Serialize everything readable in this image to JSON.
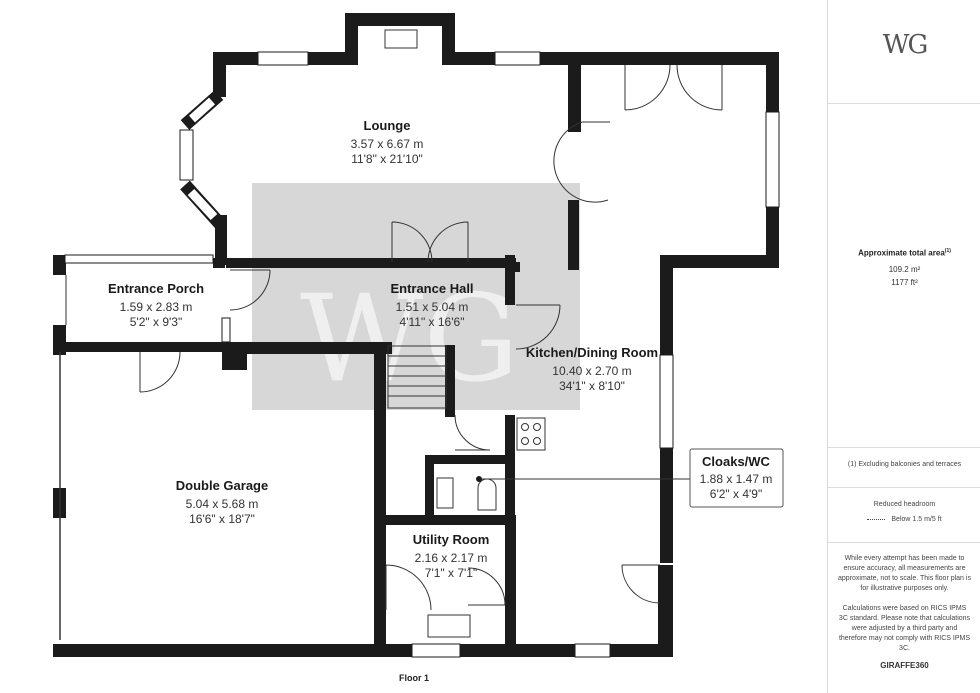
{
  "rooms": {
    "lounge": {
      "name": "Lounge",
      "metric": "3.57 x 6.67 m",
      "imperial": "11'8\" x 21'10\""
    },
    "entrance_porch": {
      "name": "Entrance Porch",
      "metric": "1.59 x 2.83 m",
      "imperial": "5'2\" x 9'3\""
    },
    "entrance_hall": {
      "name": "Entrance Hall",
      "metric": "1.51 x 5.04 m",
      "imperial": "4'11\" x 16'6\""
    },
    "kitchen_dining": {
      "name": "Kitchen/Dining Room",
      "metric": "10.40 x 2.70 m",
      "imperial": "34'1\" x 8'10\""
    },
    "double_garage": {
      "name": "Double Garage",
      "metric": "5.04 x 5.68 m",
      "imperial": "16'6\" x 18'7\""
    },
    "utility_room": {
      "name": "Utility Room",
      "metric": "2.16 x 2.17 m",
      "imperial": "7'1\" x 7'1\""
    },
    "cloaks_wc": {
      "name": "Cloaks/WC",
      "metric": "1.88 x 1.47 m",
      "imperial": "6'2\" x 4'9\""
    }
  },
  "floor_label": "Floor 1",
  "sidebar": {
    "logo": "WG",
    "area_title": "Approximate total area",
    "area_sup": "(1)",
    "area_m2": "109.2 m²",
    "area_ft2": "1177 ft²",
    "excluding_note": "(1) Excluding balconies and terraces",
    "reduced_headroom": "Reduced headroom",
    "headroom_legend": "Below 1.5 m/5 ft",
    "disclaimer": "While every attempt has been made to ensure accuracy, all measurements are approximate, not to scale. This floor plan is for illustrative purposes only.",
    "calc_note": "Calculations were based on RICS IPMS 3C standard. Please note that calculations were adjusted by a third party and therefore may not comply with RICS IPMS 3C.",
    "brand": "GIRAFFE360"
  },
  "colors": {
    "wall": "#1b1b1b",
    "watermark_box": "#c9c9c9",
    "line": "#dcdcdc"
  }
}
